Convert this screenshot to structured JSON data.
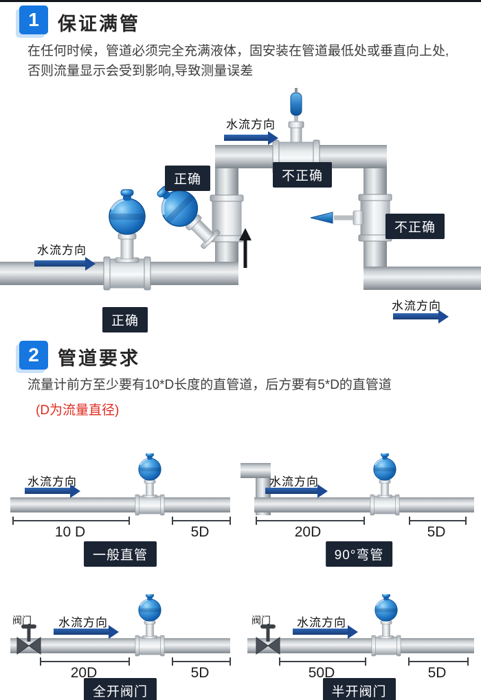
{
  "colors": {
    "accent_blue": "#1677e0",
    "badge_bg": "#1b2433",
    "arrow_blue": "#1d4a94",
    "note_red": "#e02b20",
    "pipe_gray": "#b9bec3",
    "meter_blue": "#1769b8"
  },
  "section1": {
    "number": "1",
    "title": "保证满管",
    "body": "在任何时候，管道必须完全充满液体，固安装在管道最低处或垂直向上处,否则流量显示会受到影响,导致测量误差",
    "flow_top": "水流方向",
    "flow_left": "水流方向",
    "flow_right": "水流方向",
    "badge_correct_diag": "正确",
    "badge_incorrect_top": "不正确",
    "badge_incorrect_side": "不正确",
    "badge_correct_bottom": "正确"
  },
  "section2": {
    "number": "2",
    "title": "管道要求",
    "body": "流量计前方至少要有10*D长度的直管道，后方要有5*D的直管道",
    "note": "(D为流量直径)",
    "diagrams": [
      {
        "flow": "水流方向",
        "dim1": "10 D",
        "dim2": "5D",
        "caption": "一般直管"
      },
      {
        "flow": "水流方向",
        "dim1": "20D",
        "dim2": "5D",
        "caption": "90°弯管"
      },
      {
        "flow": "水流方向",
        "valve": "阀门",
        "dim1": "20D",
        "dim2": "5D",
        "caption": "全开阀门"
      },
      {
        "flow": "水流方向",
        "valve": "阀门",
        "dim1": "50D",
        "dim2": "5D",
        "caption": "半开阀门"
      }
    ]
  }
}
